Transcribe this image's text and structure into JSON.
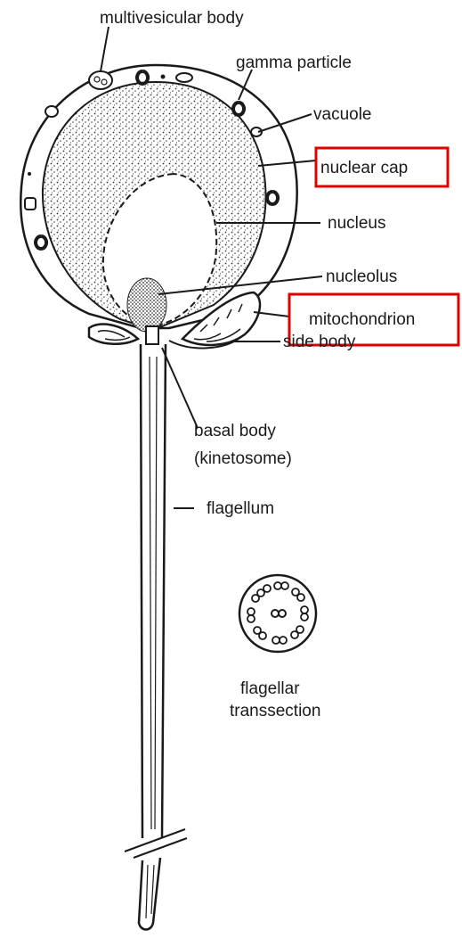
{
  "labels": {
    "multivesicular_body": "multivesicular body",
    "gamma_particle": "gamma particle",
    "vacuole": "vacuole",
    "nuclear_cap": "nuclear cap",
    "nucleus": "nucleus",
    "nucleolus": "nucleolus",
    "mitochondrion": "mitochondrion",
    "side_body": "side body",
    "basal_body_line1": "basal body",
    "basal_body_line2": "(kinetosome)",
    "flagellum": "flagellum",
    "transsection_line1": "flagellar",
    "transsection_line2": "transsection"
  },
  "highlight_color": "#e00000",
  "highlighted": [
    "nuclear cap",
    "mitochondrion"
  ]
}
